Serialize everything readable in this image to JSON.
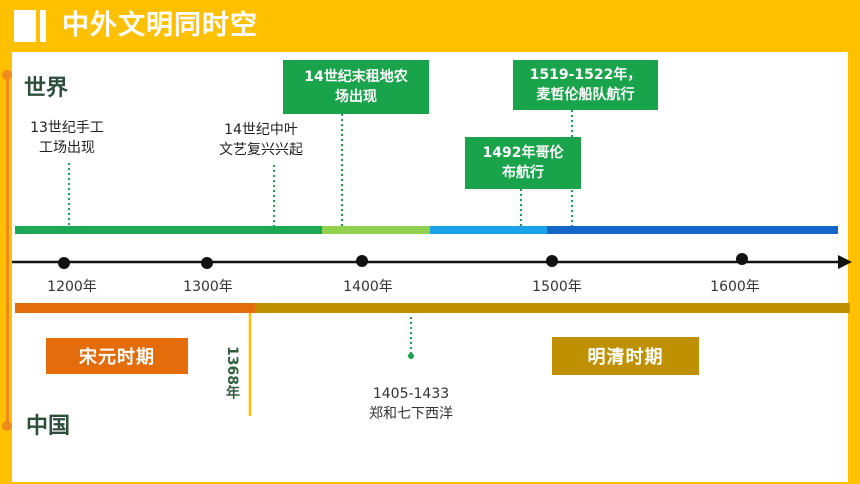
{
  "header": {
    "title": "中外文明同时空"
  },
  "sides": {
    "world": "世界",
    "china": "中国"
  },
  "axis": {
    "ticks": [
      "1200年",
      "1300年",
      "1400年",
      "1500年",
      "1600年"
    ]
  },
  "world_events": {
    "e13": [
      "13世纪手工",
      "工场出现"
    ],
    "e14": [
      "14世纪中叶",
      "文艺复兴兴起"
    ],
    "farm": [
      "14世纪末租地农",
      "场出现"
    ],
    "columbus": [
      "1492年哥伦",
      "布航行"
    ],
    "magellan": [
      "1519-1522年，",
      "麦哲伦船队航行"
    ]
  },
  "china_events": {
    "y1368": "1368年",
    "zhenghe": [
      "1405-1433",
      "郑和七下西洋"
    ]
  },
  "periods": {
    "songyuan": "宋元时期",
    "mingqing": "明清时期"
  },
  "colors": {
    "frame": "#FFC000",
    "accent_green": "#19A34A",
    "band_green": "#1AAA55",
    "band_light_green": "#92D050",
    "band_sky": "#1AA3E8",
    "band_blue": "#1466C8",
    "band_orange": "#E46C0A",
    "band_olive": "#BF9000"
  }
}
